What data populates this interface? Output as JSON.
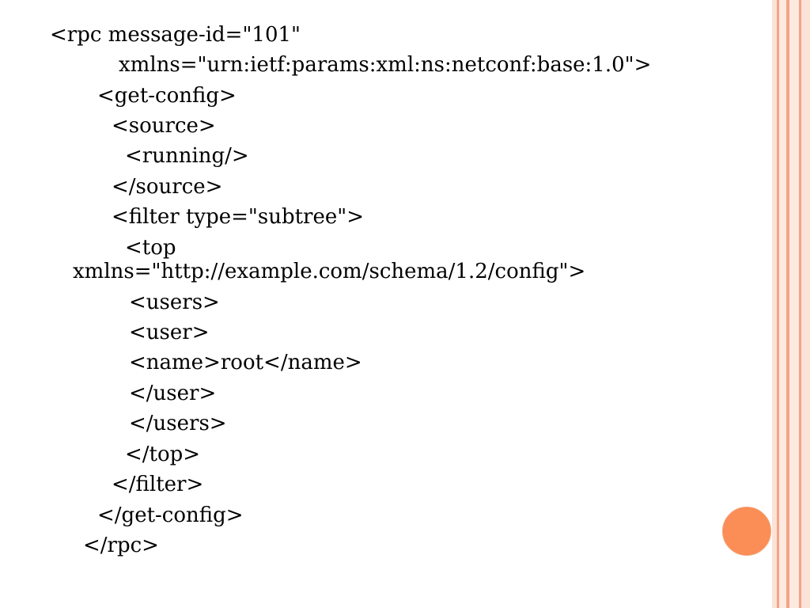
{
  "lines": [
    "<rpc message-id=\"101\"",
    "xmlns=\"urn:ietf:params:xml:ns:netconf:base:1.0\">",
    "<get-config>",
    "<source>",
    "<running/>",
    "</source>",
    "<filter type=\"subtree\">",
    "<top",
    "xmlns=\"http://example.com/schema/1.2/config\">",
    "<users>",
    "<user>",
    "<name>root</name>",
    "</user>",
    "</users>",
    "</top>",
    "</filter>",
    "</get-config>",
    "</rpc>"
  ],
  "colors": {
    "accent_dot": "#fb8d57",
    "stripe_light": "#fde9df",
    "stripe_dark": "#f2a587",
    "text": "#000000"
  }
}
